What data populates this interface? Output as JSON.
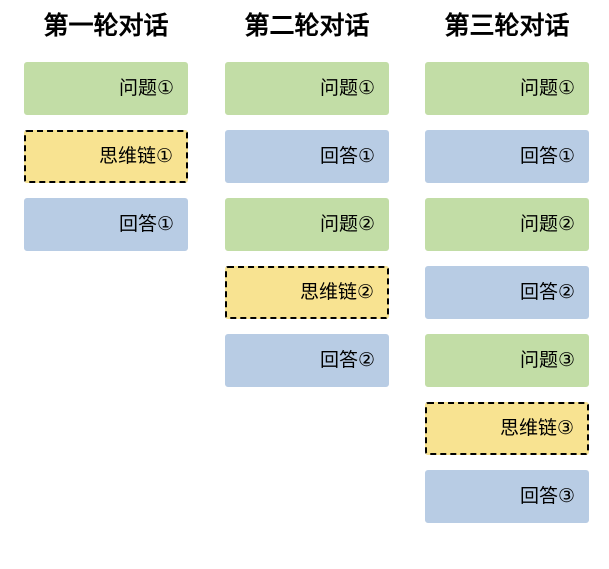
{
  "colors": {
    "question_bg": "#c2dda6",
    "answer_bg": "#b8cce4",
    "cot_bg": "#f8e391",
    "cot_border": "#000000",
    "text": "#000000",
    "background": "#ffffff"
  },
  "columns": [
    {
      "title": "第一轮对话",
      "boxes": [
        {
          "label": "问题①",
          "kind": "question"
        },
        {
          "label": "思维链①",
          "kind": "cot"
        },
        {
          "label": "回答①",
          "kind": "answer"
        }
      ]
    },
    {
      "title": "第二轮对话",
      "boxes": [
        {
          "label": "问题①",
          "kind": "question"
        },
        {
          "label": "回答①",
          "kind": "answer"
        },
        {
          "label": "问题②",
          "kind": "question"
        },
        {
          "label": "思维链②",
          "kind": "cot"
        },
        {
          "label": "回答②",
          "kind": "answer"
        }
      ]
    },
    {
      "title": "第三轮对话",
      "boxes": [
        {
          "label": "问题①",
          "kind": "question"
        },
        {
          "label": "回答①",
          "kind": "answer"
        },
        {
          "label": "问题②",
          "kind": "question"
        },
        {
          "label": "回答②",
          "kind": "answer"
        },
        {
          "label": "问题③",
          "kind": "question"
        },
        {
          "label": "思维链③",
          "kind": "cot"
        },
        {
          "label": "回答③",
          "kind": "answer"
        }
      ]
    }
  ]
}
